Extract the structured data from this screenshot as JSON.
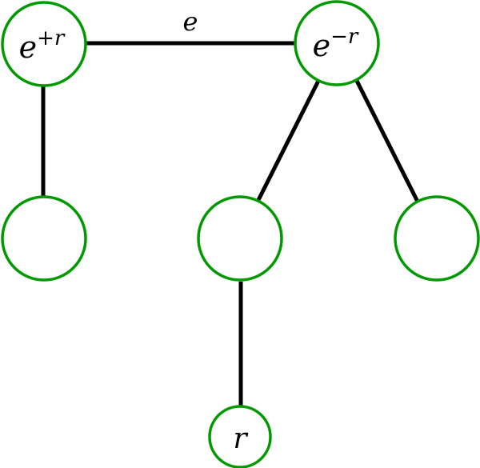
{
  "diagram": {
    "type": "tree",
    "node_stroke_color": "#009900",
    "edge_color": "#000000",
    "nodes": [
      {
        "id": "n_plus",
        "label_base": "e",
        "label_sup": "+r"
      },
      {
        "id": "n_minus",
        "label_base": "e",
        "label_sup": "−r"
      },
      {
        "id": "n_leaf_left",
        "label_base": "",
        "label_sup": ""
      },
      {
        "id": "n_mid",
        "label_base": "",
        "label_sup": ""
      },
      {
        "id": "n_leaf_right",
        "label_base": "",
        "label_sup": ""
      },
      {
        "id": "n_r",
        "label_base": "r",
        "label_sup": ""
      }
    ],
    "edges": [
      {
        "from": "n_plus",
        "to": "n_minus",
        "label": "e"
      },
      {
        "from": "n_plus",
        "to": "n_leaf_left",
        "label": ""
      },
      {
        "from": "n_minus",
        "to": "n_mid",
        "label": ""
      },
      {
        "from": "n_minus",
        "to": "n_leaf_right",
        "label": ""
      },
      {
        "from": "n_mid",
        "to": "n_r",
        "label": ""
      }
    ]
  }
}
